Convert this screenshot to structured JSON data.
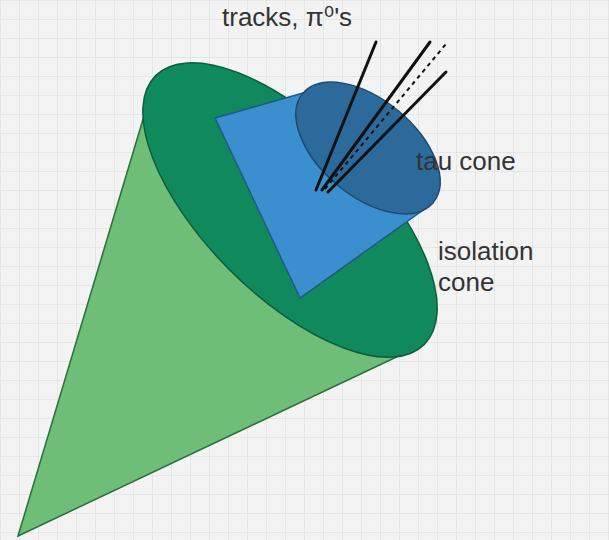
{
  "diagram": {
    "labels": [
      "tracks, π⁰'s",
      "tau cone",
      "isolation cone"
    ]
  }
}
